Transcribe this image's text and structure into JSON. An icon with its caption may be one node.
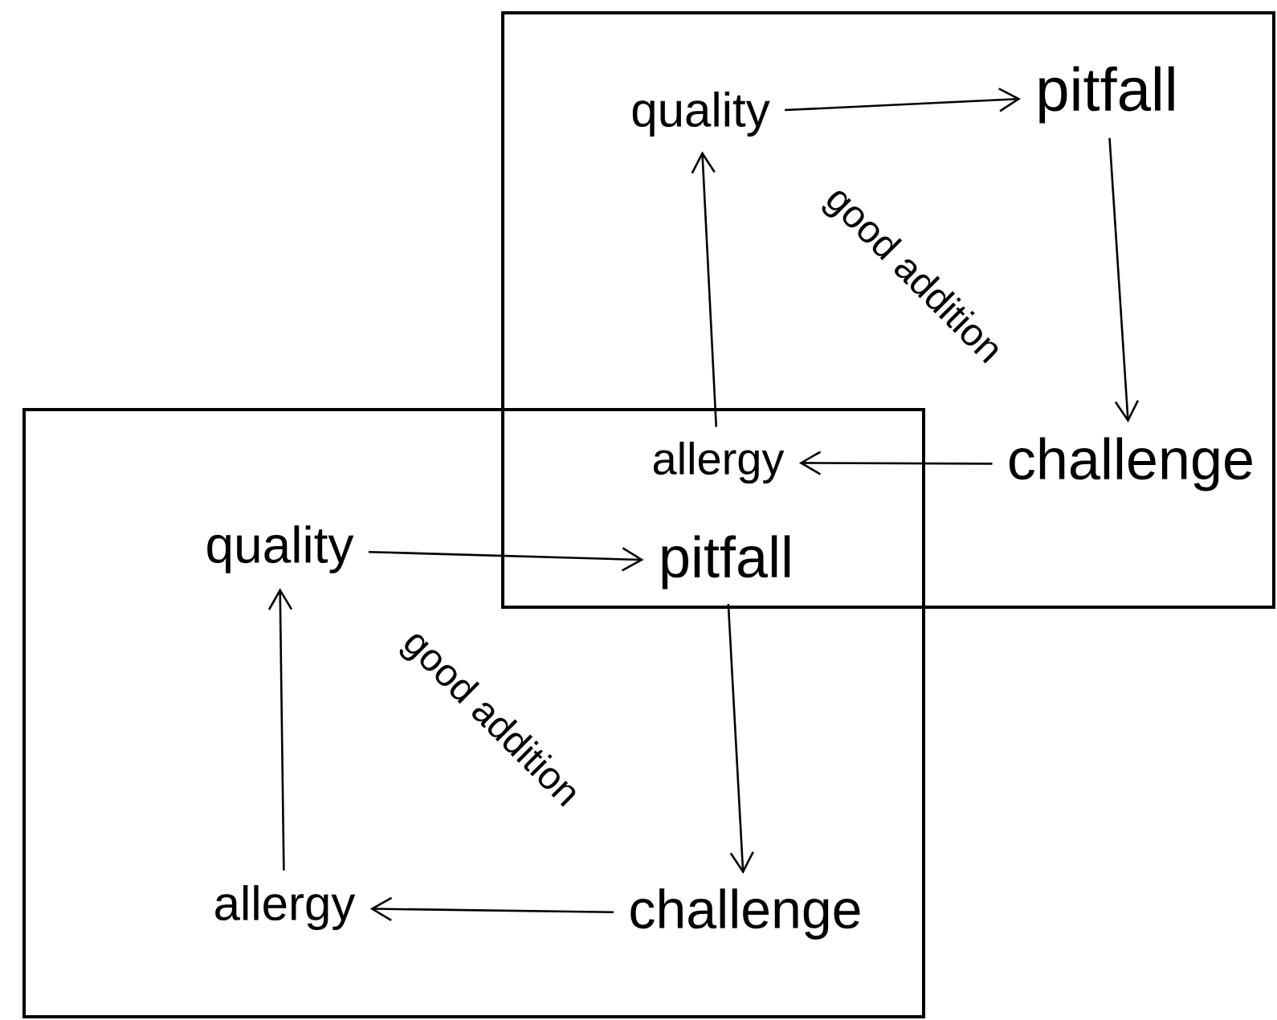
{
  "diagram": {
    "nodes": [
      {
        "text": [],
        "shape": "box"
      },
      {
        "text": [
          "quality"
        ],
        "in": 0
      },
      {
        "text": [
          "pitfall"
        ],
        "in": 0
      },
      {
        "text": [
          "challenge"
        ],
        "in": 0
      },
      {
        "text": [
          "allergy"
        ]
      },
      {
        "text": [],
        "shape": "box"
      },
      {
        "text": [
          "quality"
        ],
        "in": 5
      },
      {
        "text": [
          "pitfall"
        ]
      },
      {
        "text": [
          "allergy"
        ],
        "in": 5
      },
      {
        "text": [
          "challenge"
        ],
        "in": 5
      }
    ],
    "edges": [
      {
        "from": 4,
        "to": 1,
        "arrow": "to"
      },
      {
        "from": 1,
        "to": 2,
        "arrow": "to"
      },
      {
        "from": 2,
        "to": 3,
        "arrow": "to"
      },
      {
        "from": 3,
        "to": 4,
        "arrow": "to"
      },
      {
        "from": 8,
        "to": 6,
        "arrow": "to"
      },
      {
        "from": 6,
        "to": 7,
        "arrow": "to"
      },
      {
        "from": 7,
        "to": 9,
        "arrow": "to"
      },
      {
        "from": 9,
        "to": 8,
        "arrow": "to"
      }
    ],
    "labels": [
      "good addition",
      "good addition"
    ]
  }
}
